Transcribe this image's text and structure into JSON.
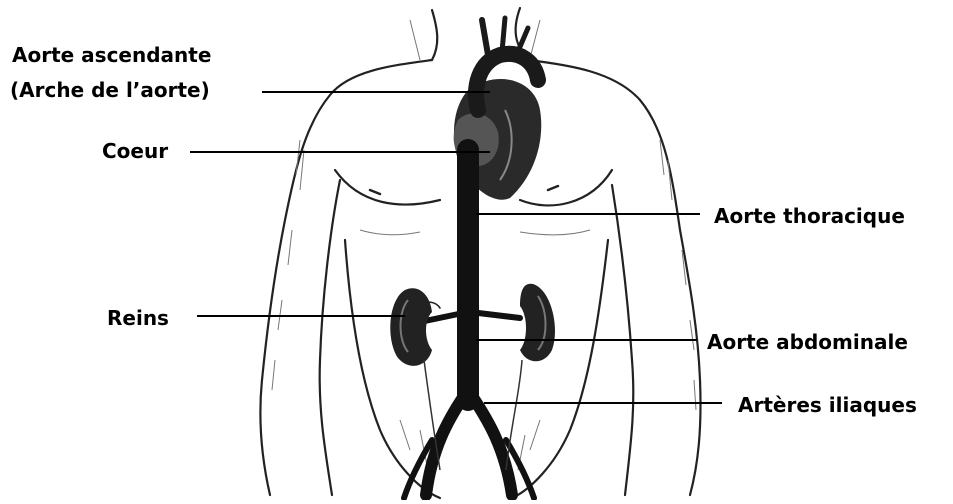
{
  "labels": {
    "aorte_ascendante_1": "Aorte ascendante",
    "aorte_ascendante_2": "(Arche de l’aorte)",
    "coeur": "Coeur",
    "aorte_thoracique": "Aorte thoracique",
    "reins": "Reins",
    "aorte_abdominale": "Aorte abdominale",
    "arteres_iliaques": "Artères iliaques"
  }
}
